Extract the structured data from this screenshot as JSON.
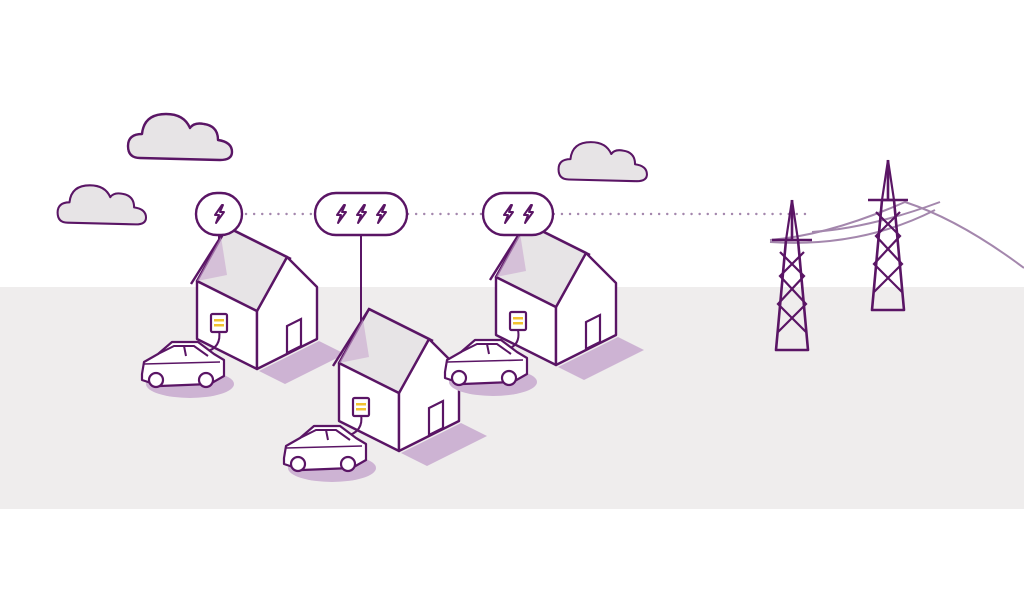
{
  "palette": {
    "stroke": "#5a1565",
    "stroke_light": "#a487ad",
    "ground": "#efeded",
    "house_roof_fill": "#e7e4e6",
    "house_wall_fill": "#ffffff",
    "shadow": "#cdb3d3",
    "meter_fill": "#f2c230",
    "sky": "#ffffff"
  },
  "icons": {
    "cloud": "cloud-icon",
    "house": "house-icon",
    "car": "car-icon",
    "lightning_bubble": "lightning-bubble-icon",
    "meter": "battery-meter-icon",
    "pylon": "transmission-tower-icon"
  },
  "energy_bubbles": [
    {
      "id": "house-left",
      "bolts": 1
    },
    {
      "id": "house-middle",
      "bolts": 3
    },
    {
      "id": "house-right",
      "bolts": 2
    }
  ],
  "houses": 3,
  "cars": 3,
  "pylons": 2,
  "clouds": 3
}
